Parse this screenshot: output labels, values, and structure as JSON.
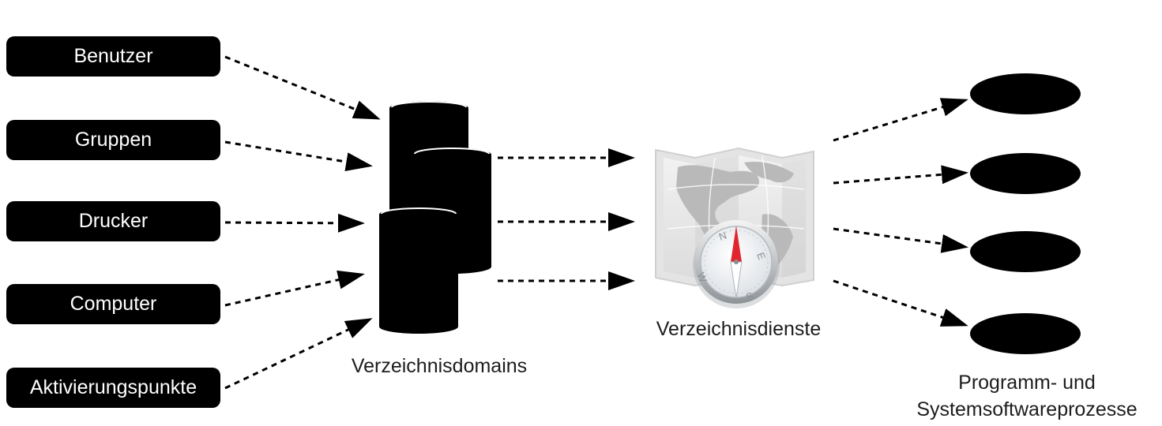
{
  "sources": [
    {
      "label": "Benutzer"
    },
    {
      "label": "Gruppen"
    },
    {
      "label": "Drucker"
    },
    {
      "label": "Computer"
    },
    {
      "label": "Aktivierungspunkte"
    }
  ],
  "captions": {
    "domains": "Verzeichnisdomains",
    "services": "Verzeichnisdienste",
    "processes_line1": "Programm- und",
    "processes_line2": "Systemsoftwareprozesse"
  },
  "compass": {
    "n": "N",
    "e": "E",
    "s": "S",
    "w": "W"
  },
  "colors": {
    "ink": "#000000",
    "map_frame": "#e8e8e8",
    "map_land": "#bdbdbd",
    "compass_needle": "#e0252f"
  }
}
